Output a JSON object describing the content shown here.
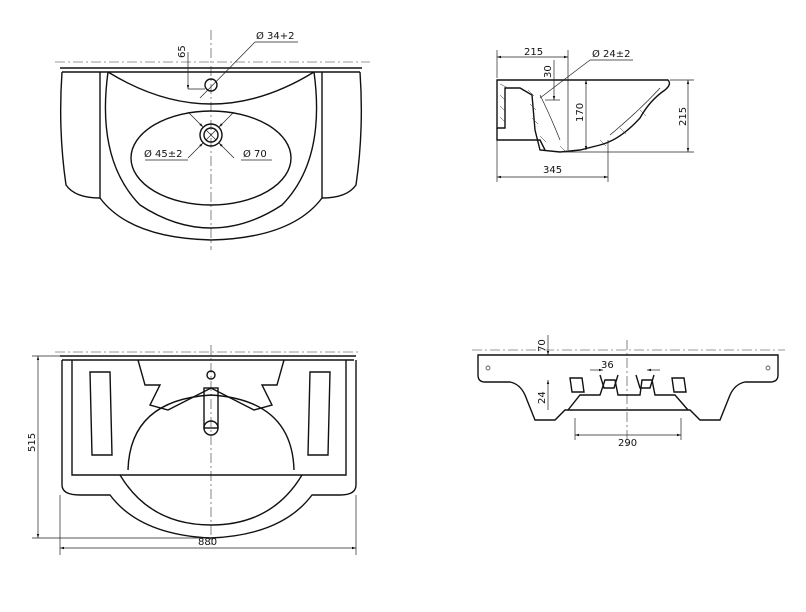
{
  "title": "Washbasin technical drawing",
  "top_view": {
    "tap_hole_diameter": "Ø 34+2",
    "tap_hole_offset": "65",
    "drain_diameter": "Ø 45±2",
    "drain_outer_diameter": "Ø 70"
  },
  "section_view": {
    "width_top": "215",
    "overflow_diameter": "Ø 24±2",
    "overflow_offset": "30",
    "basin_depth": "170",
    "total_height": "215",
    "depth": "345"
  },
  "front_view": {
    "depth": "515",
    "width": "880"
  },
  "side_view": {
    "top_thickness": "70",
    "spacing": "36",
    "bottom_offset": "24",
    "base_width": "290"
  }
}
